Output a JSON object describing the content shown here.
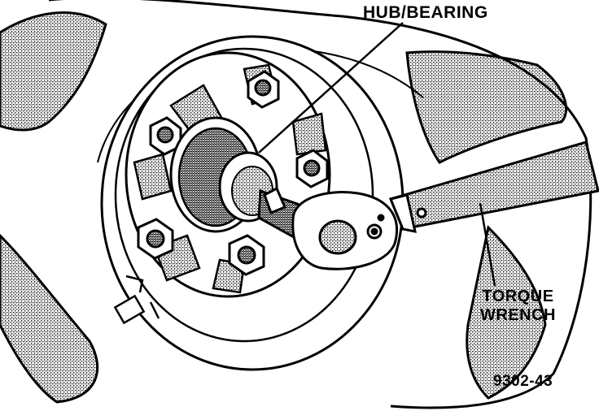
{
  "labels": {
    "hub_bearing": "HUB/BEARING",
    "torque_line1": "TORQUE",
    "torque_line2": "WRENCH",
    "figure_number": "9302-43"
  }
}
